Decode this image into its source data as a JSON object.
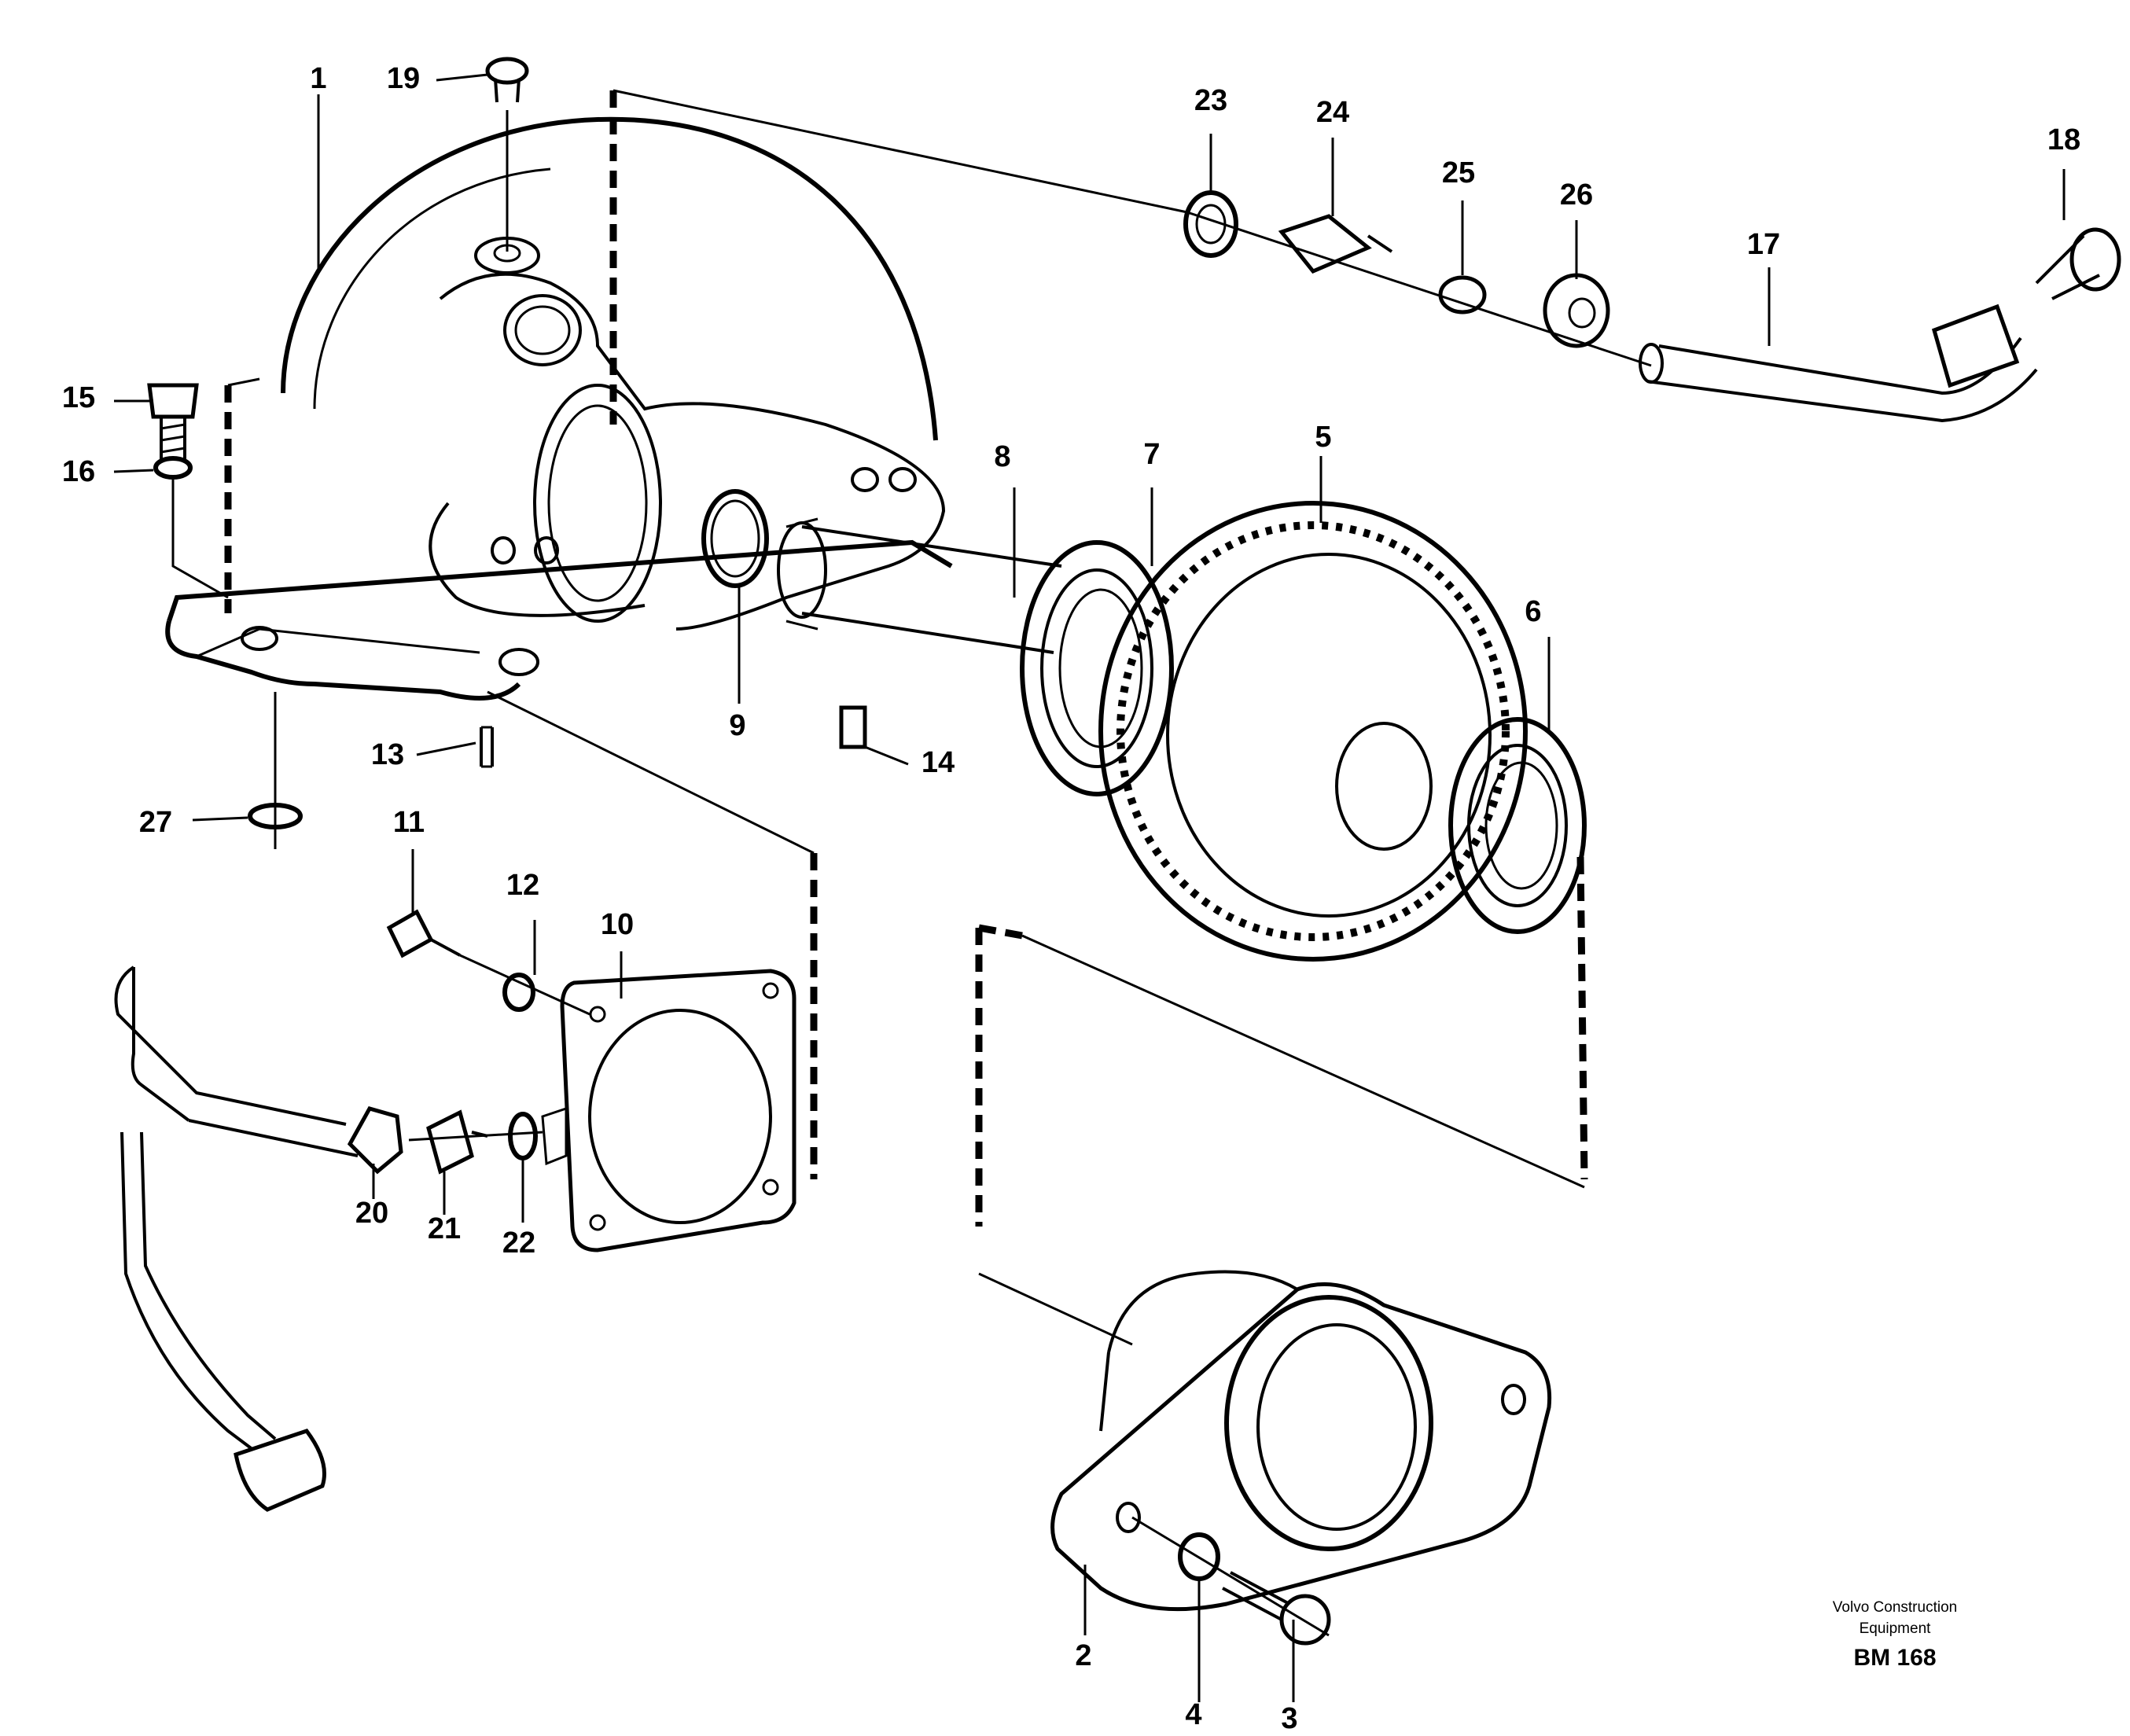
{
  "drawing": {
    "callouts": [
      "1",
      "2",
      "3",
      "4",
      "5",
      "6",
      "7",
      "8",
      "9",
      "10",
      "11",
      "12",
      "13",
      "14",
      "15",
      "16",
      "17",
      "18",
      "19",
      "20",
      "21",
      "22",
      "23",
      "24",
      "25",
      "26",
      "27"
    ],
    "maker_line1": "Volvo Construction",
    "maker_line2": "Equipment",
    "drawing_number": "BM 168"
  }
}
